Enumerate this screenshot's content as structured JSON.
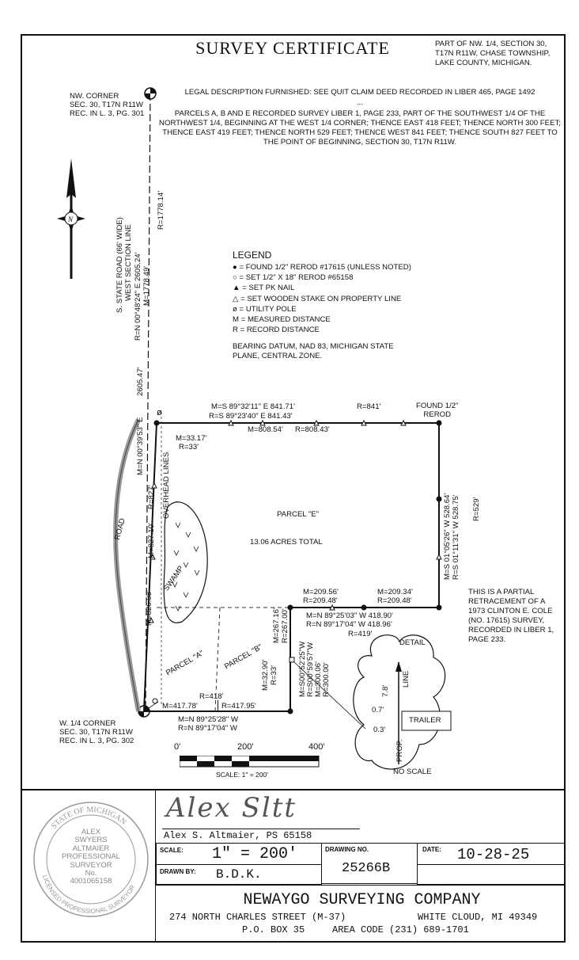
{
  "header": {
    "title": "SURVEY CERTIFICATE",
    "part_of": [
      "PART OF NW. 1/4, SECTION 30,",
      "T17N R11W, CHASE TOWNSHIP,",
      "LAKE COUNTY, MICHIGAN."
    ]
  },
  "legal": {
    "line1": "LEGAL DESCRIPTION FURNISHED:  SEE QUIT CLAIM DEED RECORDED IN LIBER 465, PAGE 1492",
    "ellipsis": "...",
    "parcels": "PARCELS A, B AND E RECORDED SURVEY LIBER 1, PAGE 233, PART OF THE SOUTHWEST 1/4 OF THE NORTHWEST 1/4, BEGINNING AT THE WEST 1/4 CORNER; THENCE EAST 418 FEET; THENCE NORTH 300 FEET; THENCE EAST 419 FEET; THENCE NORTH 529 FEET; THENCE WEST 841 FEET; THENCE SOUTH 827 FEET TO THE POINT OF BEGINNING, SECTION 30, T17N R11W."
  },
  "legend": {
    "heading": "LEGEND",
    "items": [
      {
        "symbol": "●",
        "text": "= FOUND 1/2\" REROD #17615 (UNLESS NOTED)"
      },
      {
        "symbol": "○",
        "text": "= SET 1/2\" X 18\" REROD #65158"
      },
      {
        "symbol": "▲",
        "text": "= SET PK NAIL"
      },
      {
        "symbol": "△",
        "text": "= SET WOODEN STAKE ON PROPERTY LINE"
      },
      {
        "symbol": "ø",
        "text": "= UTILITY POLE"
      },
      {
        "symbol": "M",
        "text": "= MEASURED DISTANCE"
      },
      {
        "symbol": "R",
        "text": "= RECORD DISTANCE"
      }
    ],
    "datum": "BEARING DATUM, NAD 83, MICHIGAN STATE PLANE, CENTRAL ZONE."
  },
  "map": {
    "nw_corner": [
      "NW. CORNER",
      "SEC. 30, T17N R11W",
      "REC. IN L. 3, PG. 301"
    ],
    "w_corner": [
      "W. 1/4 CORNER",
      "SEC. 30, T17N R11W",
      "REC. IN L. 3, PG. 302"
    ],
    "road_name": "S. STATE ROAD (66' WIDE)",
    "section_line": "WEST SECTION LINE",
    "north_bearing": "R=N 00°48'24\" E  2605.24'",
    "north_m": "M=1778.49'",
    "north_r": "R=1778.14'",
    "west_bearing": "2605.47'",
    "west_bearing2": "M=N 00°39'53\" E",
    "top_m": "M=S 89°32'11\" E  841.71'",
    "top_r841": "R=841'",
    "top_r": "R=S 89°23'40\" E  841.43'",
    "top_m2": "M=808.54'",
    "top_r2": "R=808.43'",
    "found_rerod": [
      "FOUND 1/2\"",
      "REROD"
    ],
    "m3317": "M=33.17'",
    "r33": "R=33'",
    "overhead": "OVERHEAD LINES",
    "r827": "R=827'",
    "m827": "M=827.10'",
    "m826": "M=826.98'",
    "road": "ROAD",
    "swamp": "SWAMP",
    "parcel_e": "PARCEL \"E\"",
    "acres": "13.06  ACRES  TOTAL",
    "east_m": "M=S 01°05'26\" W  528.64'",
    "east_r": "R=S 01°11'31\" W  528.75'",
    "east_r529": "R=529'",
    "m20956": "M=209.56'",
    "r20948a": "R=209.48'",
    "m20934": "M=209.34'",
    "r20948b": "R=209.48'",
    "mid_m": "M=N  89°25'03\"  W   418.90'",
    "mid_r": "R=N  89°17'04\"  W   418.96'",
    "r419": "R=419'",
    "m26716": "M=267.16'",
    "r26700": "R=267.00'",
    "s_bearings": [
      "M=S00°52'25\"W",
      "R=S00°59'57\"W",
      "M=300.06'",
      "R=300.00'"
    ],
    "m3290": "M=32.90'",
    "r33b": "R=33'",
    "parcel_a": "PARCEL \"A\"",
    "parcel_b": "PARCEL \"B\"",
    "r418": "R=418'",
    "m41778": "M=417.78'",
    "r41795": "R=417.95'",
    "bot_m": "M=N  89°25'28\"  W",
    "bot_r": "R=N  89°17'04\"  W",
    "retracement": "THIS IS A PARTIAL RETRACEMENT OF A 1973 CLINTON E. COLE (NO. 17615) SURVEY, RECORDED IN LIBER 1, PAGE 233.",
    "detail": "DETAIL",
    "line": "LINE",
    "d78": "7.8'",
    "d07": "0.7'",
    "d03": "0.3'",
    "trailer": "TRAILER",
    "prop": "PROP.",
    "no_scale": "NO SCALE"
  },
  "scale_bar": {
    "labels": [
      "0'",
      "200'",
      "400'"
    ],
    "caption": "SCALE: 1\" = 200'"
  },
  "title_block": {
    "seal": {
      "ring": "STATE OF MICHIGAN",
      "ring_bottom": "LICENSED PROFESSIONAL SURVEYOR",
      "lines": [
        "ALEX",
        "SWYERS",
        "ALTMAIER",
        "PROFESSIONAL",
        "SURVEYOR",
        "No.",
        "4001065158"
      ]
    },
    "signature": "Alex Sltt",
    "surveyor": "Alex S. Altmaier, PS 65158",
    "scale_label": "SCALE:",
    "scale_value": "1\" = 200'",
    "drawing_label": "DRAWING NO.",
    "drawing_value": "25266B",
    "date_label": "DATE:",
    "date_value": "10-28-25",
    "drawn_label": "DRAWN BY:",
    "drawn_value": "B.D.K.",
    "company": "NEWAYGO SURVEYING COMPANY",
    "address": "274 NORTH CHARLES STREET (M-37)",
    "city": "WHITE CLOUD, MI 49349",
    "pobox": "P.O. BOX 35",
    "phone": "AREA CODE (231) 689-1701"
  }
}
